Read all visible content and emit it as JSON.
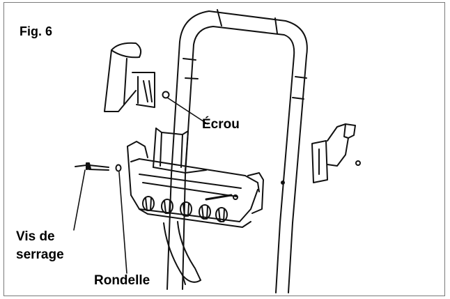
{
  "figure": {
    "title": "Fig. 6",
    "labels": {
      "ecrou": "Écrou",
      "vis_de_serrage_line1": "Vis de",
      "vis_de_serrage_line2": "serrage",
      "rondelle": "Rondelle"
    }
  },
  "colors": {
    "stroke": "#111111",
    "frame": "#7a7a7a",
    "background": "#ffffff"
  }
}
